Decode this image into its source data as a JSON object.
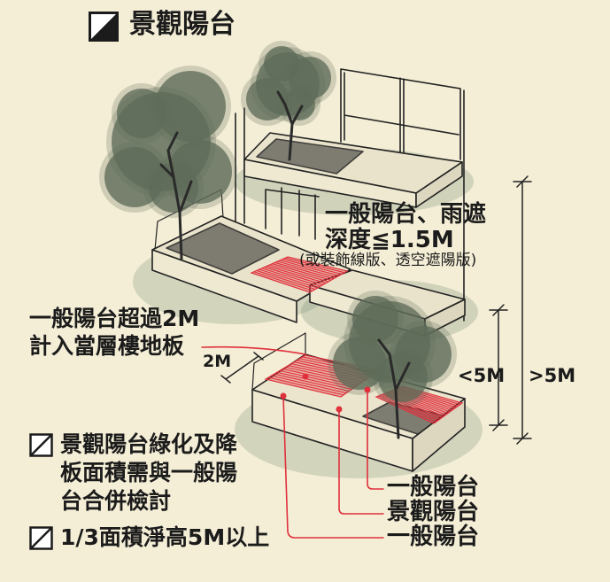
{
  "title": {
    "text": "景觀陽台",
    "icon": "half-filled-square-icon"
  },
  "annotations": {
    "canopy_line1": "一般陽台、雨遮",
    "canopy_line2": "深度≦1.5M",
    "canopy_note": "(或裝飾線版、透空遮陽版)",
    "over_2m_line1": "一般陽台超過2M",
    "over_2m_line2": "計入當層樓地板",
    "dim_2m": "2M",
    "dim_lt_5m": "<5M",
    "dim_gt_5m": ">5M"
  },
  "legend": [
    {
      "icon": "slashed-square-icon",
      "lines": [
        "景觀陽台綠化及降",
        "板面積需與一般陽",
        "台合併檢討"
      ]
    },
    {
      "icon": "slashed-square-icon",
      "lines": [
        "1/3面積淨高5M以上"
      ]
    }
  ],
  "callouts": [
    "一般陽台",
    "景觀陽台",
    "一般陽台"
  ],
  "colors": {
    "background": "#f4eed6",
    "ink": "#1b1b1b",
    "hatch": "#e0303c",
    "foliage": "#5e6b59",
    "soil": "#6c6b62"
  }
}
